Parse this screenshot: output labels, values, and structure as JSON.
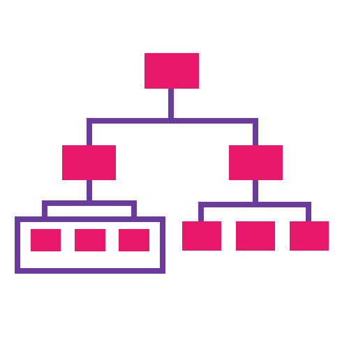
{
  "icon": {
    "name": "org-chart-icon",
    "colors": {
      "node": "#E8196B",
      "connector": "#6A3A9E",
      "background": "#FFFFFF"
    },
    "levels": [
      {
        "level": "root",
        "node_count": 1
      },
      {
        "level": "branch",
        "node_count": 2
      },
      {
        "level": "leaf",
        "node_count": 6,
        "grouped_under_left_branch": 3,
        "grouped_under_right_branch": 3
      }
    ]
  }
}
